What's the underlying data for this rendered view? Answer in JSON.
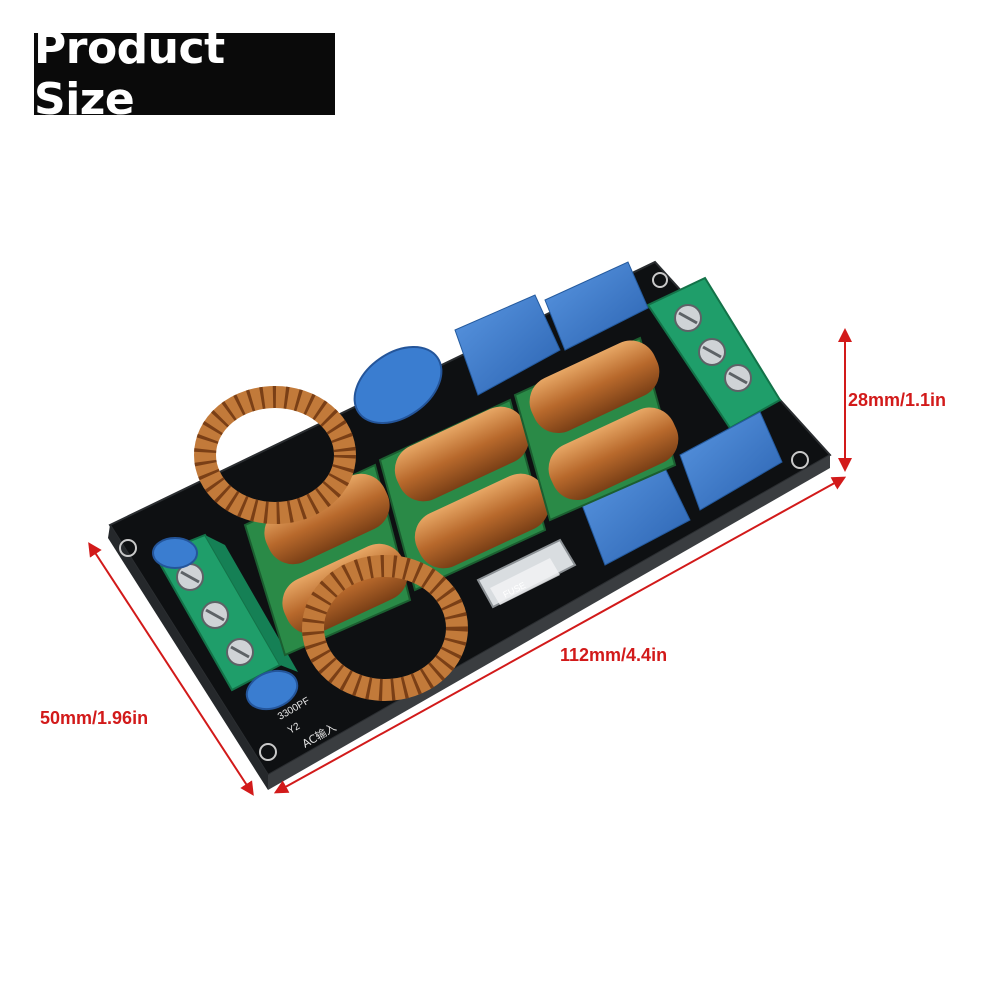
{
  "title": "Product Size",
  "dimensions": {
    "height": "28mm/1.1in",
    "length": "112mm/4.4in",
    "width": "50mm/1.96in"
  },
  "board_silkscreen": {
    "cap_label_1": "3300PF",
    "cap_label_2": "Y2",
    "input_label": "AC输入",
    "fuse_label": "FUSE"
  },
  "colors": {
    "dimension_line": "#d21a1a",
    "title_bg": "#0a0a0a",
    "pcb": "#101214",
    "copper": "#c27a3a",
    "capacitor_blue": "#3e7fd0",
    "terminal_green": "#1f9e6a"
  }
}
